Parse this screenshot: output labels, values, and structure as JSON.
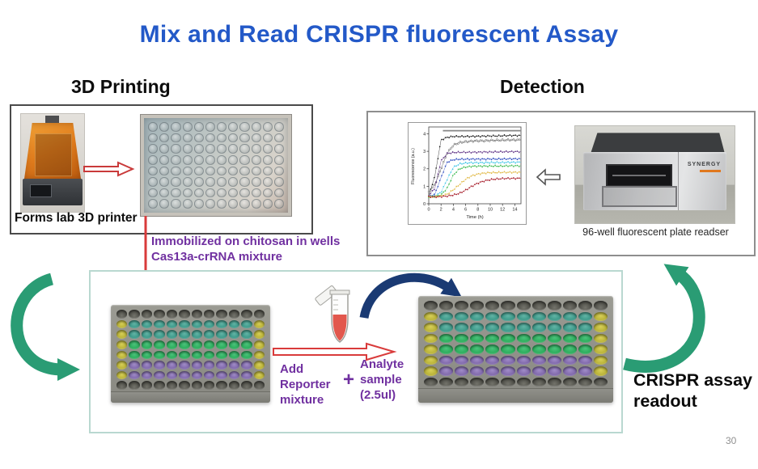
{
  "slide": {
    "title": "Mix and Read CRISPR fluorescent Assay",
    "page_number": "30"
  },
  "sections": {
    "printing": "3D Printing",
    "detection": "Detection"
  },
  "printing": {
    "caption": "Forms lab 3D printer"
  },
  "detection": {
    "caption": "96-well fluorescent plate readser",
    "brand": "SYNERGY"
  },
  "labels": {
    "immobilized1": "Immobilized on chitosan in wells",
    "immobilized2": "Cas13a-crRNA mixture",
    "add_reporter": "Add Reporter mixture",
    "plus": "+",
    "analyte": "Analyte sample (2.5ul)",
    "readout": "CRISPR assay readout"
  },
  "colors": {
    "title_blue": "#2359c8",
    "purple_text": "#7030a0",
    "arrow_red": "#d93b3b",
    "arrow_green": "#2a9c74",
    "arrow_navy": "#1a3a73",
    "box_border_dark": "#4a4a4a",
    "box_border_gray": "#8e8e8e",
    "box_border_teal": "#b9d8d0",
    "wells": {
      "teal": "#379484",
      "green": "#27a957",
      "purple": "#7a63a6",
      "yellow": "#b5ae33",
      "empty": "#585851"
    }
  },
  "plate_diagram": {
    "rows": 8,
    "cols": 12,
    "row_types": [
      "empty",
      "teal",
      "teal",
      "green",
      "green",
      "purple",
      "purple",
      "empty"
    ],
    "edge_yellow_rows": [
      1,
      2,
      3,
      4,
      5,
      6
    ]
  },
  "chart_data": {
    "type": "scatter",
    "title": "",
    "xlabel": "Time (h)",
    "ylabel": "Fluorescence (a.u.)",
    "xlim": [
      0,
      15
    ],
    "ylim": [
      0,
      4.3
    ],
    "xticks": [
      0,
      2,
      4,
      6,
      8,
      10,
      12,
      14
    ],
    "yticks": [
      0,
      1,
      2,
      3,
      4
    ],
    "grid": false,
    "legend": "none",
    "top_bar": {
      "x_start": 2.3,
      "x_end": 15,
      "y": 4.22
    },
    "x": [
      0,
      1,
      2,
      3,
      4,
      5,
      6,
      7,
      8,
      9,
      10,
      11,
      12,
      13,
      14,
      15
    ],
    "series": [
      {
        "name": "curve1-black",
        "color": "#151515",
        "marker": "filled",
        "values": [
          0.45,
          1.6,
          3.65,
          3.8,
          3.85,
          3.85,
          3.85,
          3.85,
          3.86,
          3.87,
          3.88,
          3.88,
          3.89,
          3.9,
          3.9,
          3.9
        ]
      },
      {
        "name": "curve2-open-black",
        "color": "#3a3a3a",
        "marker": "open",
        "values": [
          0.65,
          1.1,
          2.0,
          2.9,
          3.35,
          3.5,
          3.55,
          3.58,
          3.6,
          3.6,
          3.62,
          3.63,
          3.64,
          3.65,
          3.65,
          3.65
        ]
      },
      {
        "name": "curve3-purple",
        "color": "#5c2e83",
        "marker": "filled",
        "values": [
          0.45,
          0.9,
          2.45,
          2.88,
          2.93,
          2.95,
          2.95,
          2.95,
          2.95,
          2.96,
          2.96,
          2.97,
          2.97,
          2.98,
          2.98,
          2.98
        ]
      },
      {
        "name": "curve4-blue",
        "color": "#2443bd",
        "marker": "filled",
        "values": [
          0.4,
          0.55,
          1.5,
          2.38,
          2.52,
          2.55,
          2.55,
          2.55,
          2.55,
          2.55,
          2.56,
          2.56,
          2.56,
          2.57,
          2.57,
          2.57
        ]
      },
      {
        "name": "curve5-cyan",
        "color": "#3cc4e6",
        "marker": "filled",
        "values": [
          0.4,
          0.45,
          0.65,
          1.4,
          2.08,
          2.28,
          2.33,
          2.35,
          2.35,
          2.35,
          2.36,
          2.36,
          2.36,
          2.37,
          2.37,
          2.37
        ]
      },
      {
        "name": "curve6-green",
        "color": "#36b84a",
        "marker": "filled",
        "values": [
          0.4,
          0.42,
          0.5,
          0.9,
          1.65,
          2.0,
          2.1,
          2.14,
          2.15,
          2.15,
          2.16,
          2.16,
          2.16,
          2.17,
          2.17,
          2.17
        ]
      },
      {
        "name": "curve7-gold",
        "color": "#e0b63e",
        "marker": "filled",
        "values": [
          0.4,
          0.42,
          0.45,
          0.55,
          0.8,
          1.1,
          1.4,
          1.6,
          1.7,
          1.75,
          1.78,
          1.79,
          1.8,
          1.8,
          1.8,
          1.8
        ]
      },
      {
        "name": "curve8-darkred",
        "color": "#a31220",
        "marker": "filled",
        "values": [
          0.4,
          0.4,
          0.41,
          0.44,
          0.5,
          0.6,
          0.78,
          1.0,
          1.18,
          1.3,
          1.38,
          1.42,
          1.44,
          1.45,
          1.45,
          1.45
        ]
      }
    ]
  }
}
